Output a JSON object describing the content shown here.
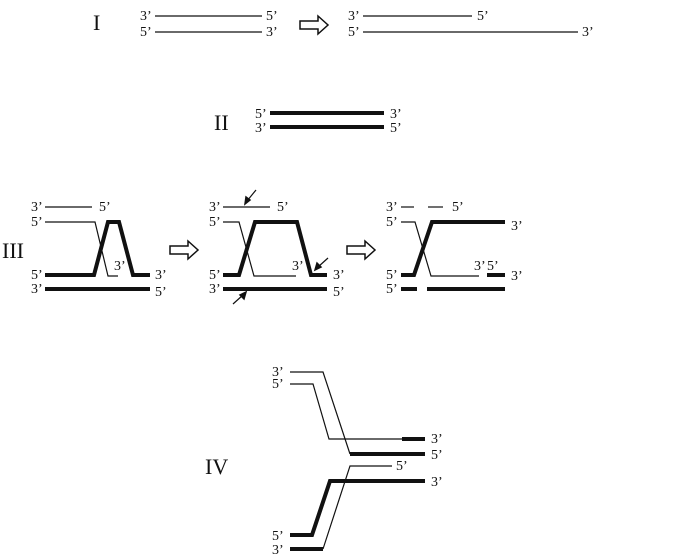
{
  "sections": {
    "I": {
      "label": "I",
      "ends": [
        "3’",
        "5’",
        "5’",
        "3’",
        "3’",
        "5’",
        "5’",
        "3’"
      ]
    },
    "II": {
      "label": "II",
      "ends": [
        "5’",
        "3’",
        "3’",
        "5’"
      ]
    },
    "III": {
      "label": "III",
      "panel1": [
        "3’",
        "5’",
        "5’",
        "5’",
        "3’",
        "3’",
        "3’",
        "5’"
      ],
      "panel2": [
        "3’",
        "5’",
        "5’",
        "5’",
        "3’",
        "3’",
        "3’",
        "5’"
      ],
      "panel3": [
        "3’",
        "5’",
        "5’",
        "5’",
        "3’",
        "3’",
        "5’",
        "3’",
        "5’"
      ]
    },
    "IV": {
      "label": "IV",
      "ends": [
        "3’",
        "5’",
        "3’",
        "5’",
        "5’",
        "3’",
        "5’",
        "3’"
      ]
    }
  }
}
